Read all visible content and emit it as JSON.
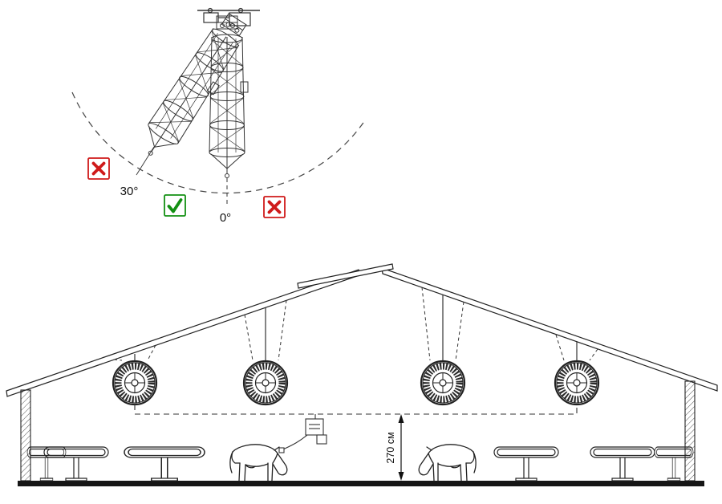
{
  "angle_diagram": {
    "tilted_angle_label": "30°",
    "vertical_angle_label": "0°",
    "wrong_mark_color": "#cf1a1a",
    "ok_mark_color": "#139013"
  },
  "barn_diagram": {
    "mounting_height_label": "270 см"
  }
}
